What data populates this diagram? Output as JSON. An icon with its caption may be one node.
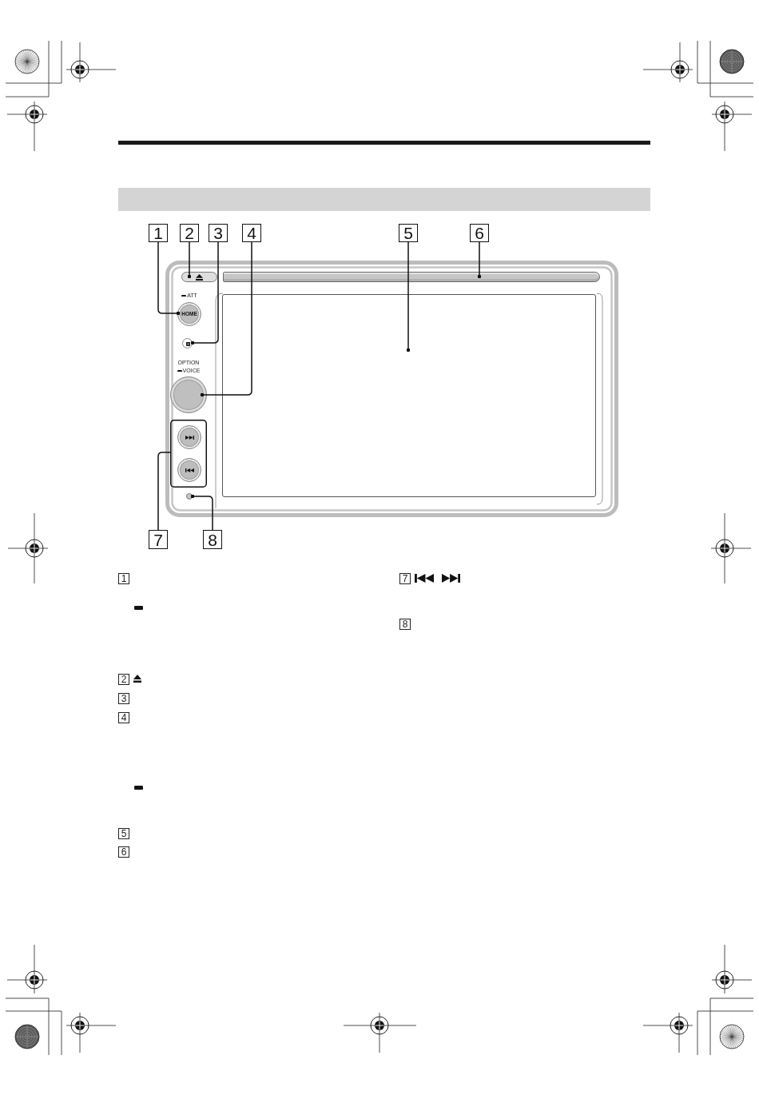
{
  "diagram": {
    "nodes": [
      {
        "text": [],
        "shape": "band"
      },
      {
        "text": [
          "1"
        ]
      },
      {
        "text": [
          "2"
        ]
      },
      {
        "text": [
          "3"
        ]
      },
      {
        "text": [
          "4"
        ]
      },
      {
        "text": [
          "5"
        ]
      },
      {
        "text": [
          "6"
        ]
      },
      {
        "text": [],
        "shape": "box"
      },
      {
        "text": [],
        "shape": "button",
        "in": 7
      },
      {
        "text": [],
        "shape": "bar",
        "in": 7
      },
      {
        "text": [
          "ATT",
          "HOME"
        ],
        "in": 7
      },
      {
        "text": [],
        "shape": "circle",
        "in": 7
      },
      {
        "text": [
          "OPTION",
          "VOICE"
        ],
        "in": 7
      },
      {
        "text": [],
        "shape": "box",
        "in": 7
      },
      {
        "text": [],
        "shape": "box",
        "in": 7
      },
      {
        "text": [],
        "shape": "circle",
        "in": 14
      },
      {
        "text": [],
        "shape": "circle",
        "in": 14
      },
      {
        "text": [],
        "shape": "circle",
        "in": 7
      },
      {
        "text": [
          "7"
        ]
      },
      {
        "text": [
          "8"
        ]
      }
    ],
    "edges": [
      {
        "from": 1,
        "to": 10,
        "arrow": "other"
      },
      {
        "from": 2,
        "to": 8,
        "arrow": "other"
      },
      {
        "from": 3,
        "to": 11,
        "arrow": "other"
      },
      {
        "from": 4,
        "to": 12,
        "arrow": "other"
      },
      {
        "from": 5,
        "to": 13,
        "arrow": "other"
      },
      {
        "from": 6,
        "to": 9,
        "arrow": "other"
      },
      {
        "from": 18,
        "to": 14,
        "arrow": "none"
      },
      {
        "from": 19,
        "to": 17,
        "arrow": "other"
      }
    ],
    "labels": [
      "1",
      "2",
      "3",
      "4",
      "5",
      "6",
      "7",
      "8"
    ]
  }
}
